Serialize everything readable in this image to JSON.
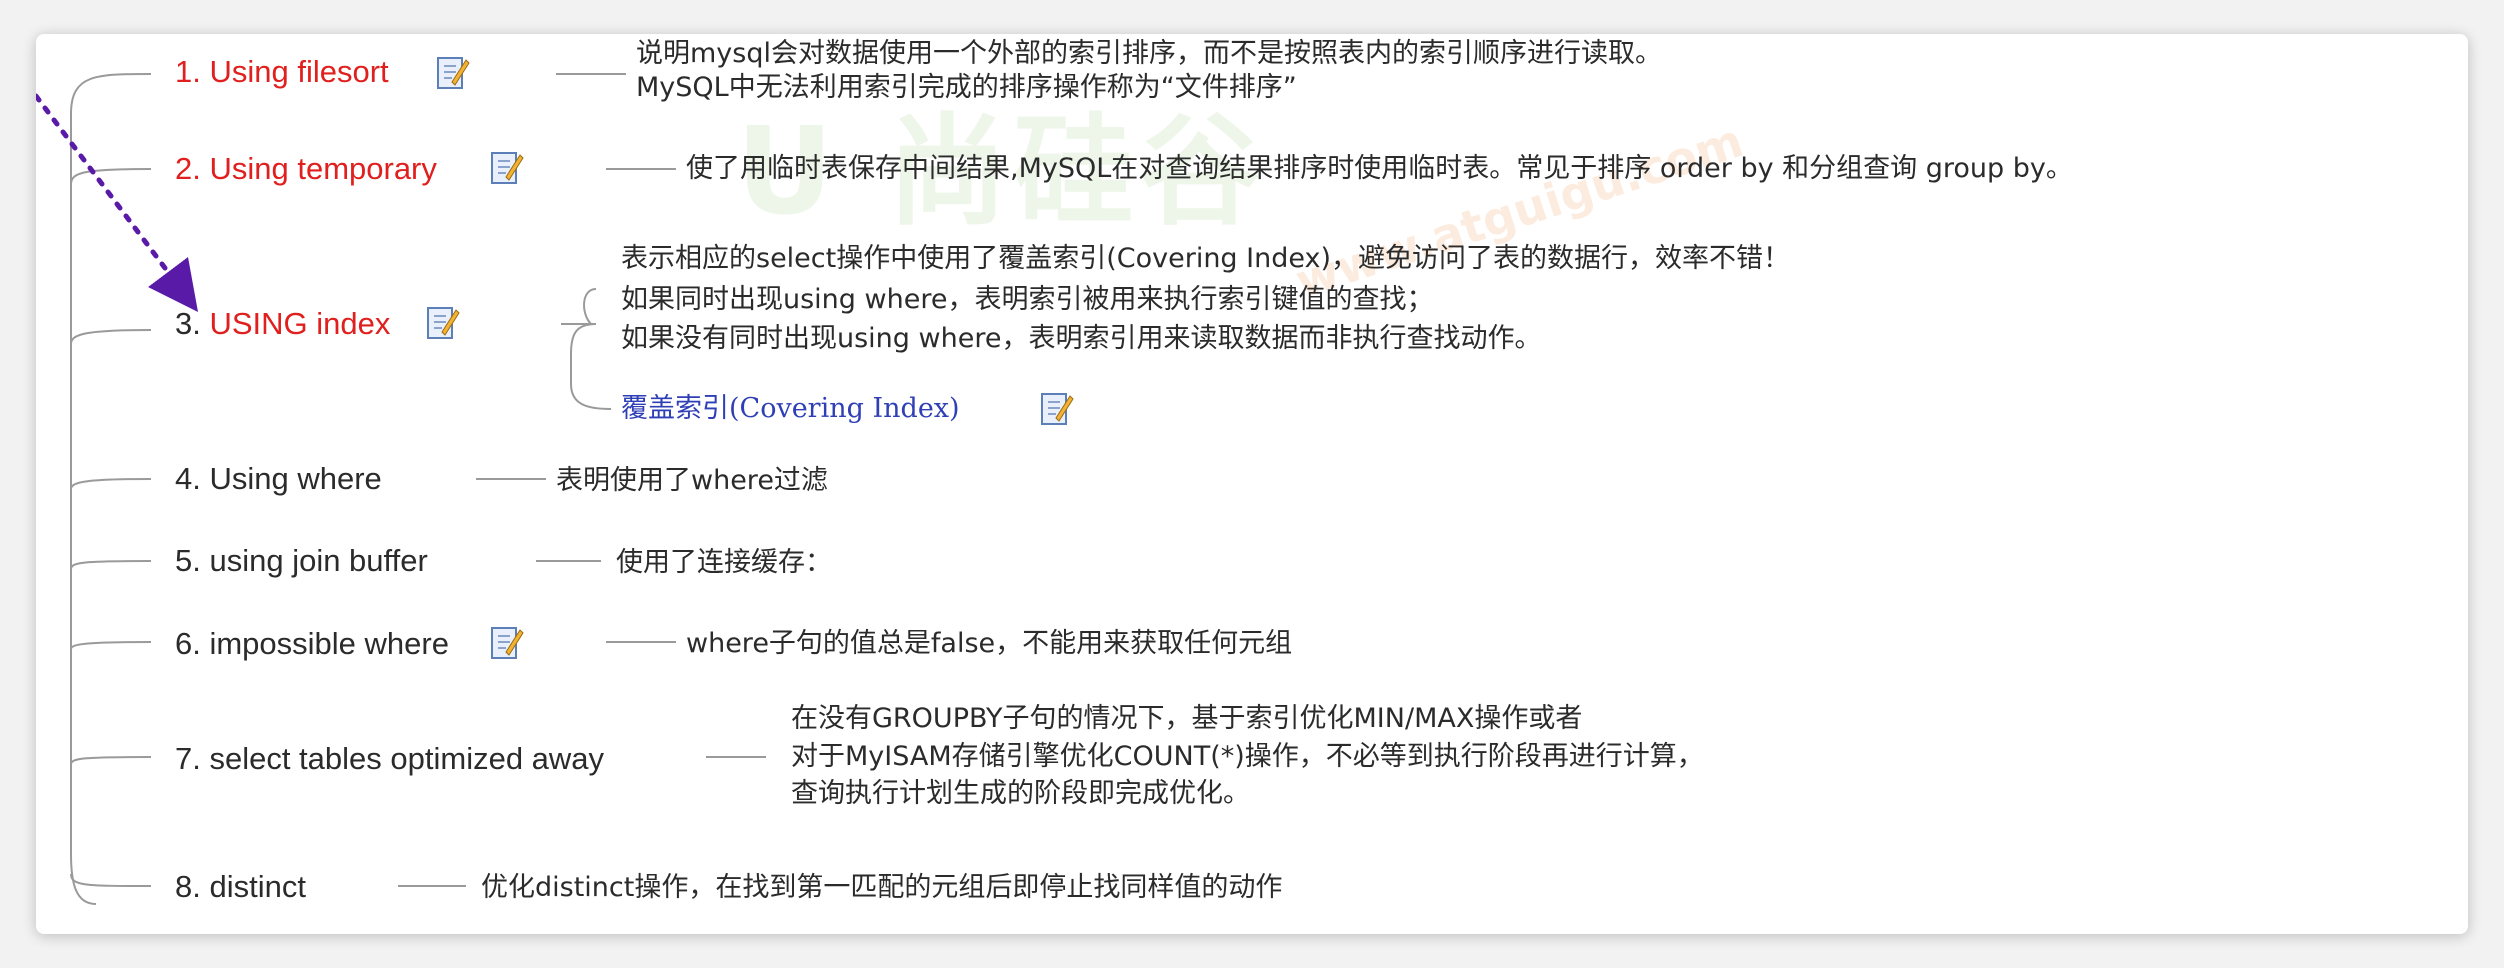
{
  "watermark": "尚硅谷",
  "watermark_url": "www.atguigu.com",
  "items": [
    {
      "label": "1. Using filesort",
      "highlight": true,
      "desc": [
        "说明mysql会对数据使用一个外部的索引排序，而不是按照表内的索引顺序进行读取。",
        "MySQL中无法利用索引完成的排序操作称为“文件排序”"
      ]
    },
    {
      "label": "2. Using temporary",
      "highlight": true,
      "desc": [
        "使了用临时表保存中间结果,MySQL在对查询结果排序时使用临时表。常见于排序 order by 和分组查询 group by。"
      ]
    },
    {
      "label_num": "3. ",
      "label_text": "USING index",
      "highlight": true,
      "desc": [
        "表示相应的select操作中使用了覆盖索引(Covering Index)，避免访问了表的数据行，效率不错！",
        "如果同时出现using where，表明索引被用来执行索引键值的查找；",
        "如果没有同时出现using where，表明索引用来读取数据而非执行查找动作。"
      ],
      "sub": "覆盖索引(Covering Index)"
    },
    {
      "label": "4. Using where",
      "highlight": false,
      "desc": [
        "表明使用了where过滤"
      ]
    },
    {
      "label": "5. using join buffer",
      "highlight": false,
      "desc": [
        "使用了连接缓存："
      ]
    },
    {
      "label": "6. impossible where",
      "highlight": false,
      "desc": [
        "where子句的值总是false，不能用来获取任何元组"
      ]
    },
    {
      "label": "7. select tables optimized away",
      "highlight": false,
      "desc": [
        "在没有GROUPBY子句的情况下，基于索引优化MIN/MAX操作或者",
        "对于MyISAM存储引擎优化COUNT(*)操作，不必等到执行阶段再进行计算，",
        "查询执行计划生成的阶段即完成优化。"
      ]
    },
    {
      "label": "8. distinct",
      "highlight": false,
      "desc": [
        "优化distinct操作，在找到第一匹配的元组后即停止找同样值的动作"
      ]
    }
  ],
  "colors": {
    "highlight": "#e0201e",
    "text": "#2b2b2b",
    "link": "#2f3fb5",
    "arrow": "#5a1aa8",
    "line": "#9a9a9a"
  },
  "icons": {
    "note": "note-edit-icon"
  }
}
